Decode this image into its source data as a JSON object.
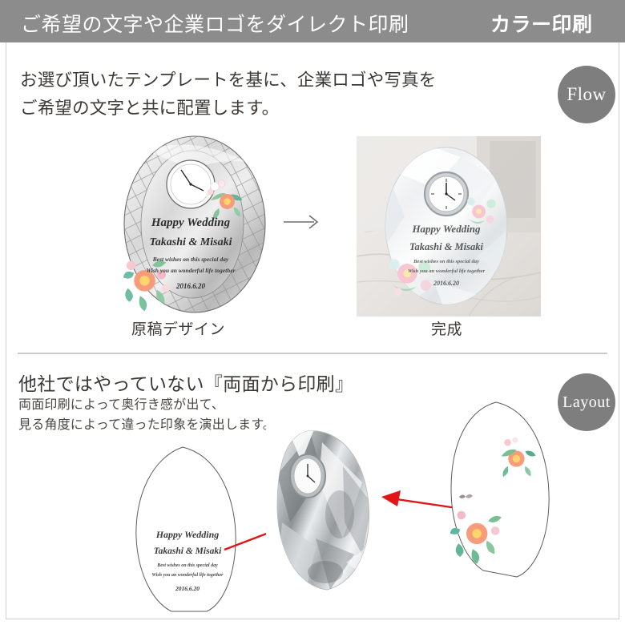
{
  "header": {
    "title": "ご希望の文字や企業ロゴをダイレクト印刷",
    "subtitle": "カラー印刷",
    "bar_color": "#8c8c8c",
    "text_color": "#ffffff"
  },
  "badges": {
    "flow": "Flow",
    "layout": "Layout",
    "color": "#7e7e7e"
  },
  "section1": {
    "lead_line1": "お選び頂いたテンプレートを基に、企業ロゴや写真を",
    "lead_line2": "ご希望の文字と共に配置します。",
    "arrow": "→",
    "caption_left": "原稿デザイン",
    "caption_right": "完成"
  },
  "section2": {
    "title": "他社ではやっていない『両面から印刷』",
    "body_line1": "両面印刷によって奥行き感が出て、",
    "body_line2": "見る角度によって違った印象を演出します。",
    "arrow_color": "#e11515"
  },
  "engraving": {
    "line1": "Happy Wedding",
    "line2": "Takashi & Misaki",
    "line3": "Best wishes on this special day",
    "line4": "Wish you an wonderful life together",
    "line5": "2016.6.20"
  },
  "icons": {
    "right_arrow": "right-arrow-icon",
    "red_arrow": "red-arrow-icon",
    "clock": "analog-clock-icon",
    "flower": "flower-decoration-icon"
  }
}
